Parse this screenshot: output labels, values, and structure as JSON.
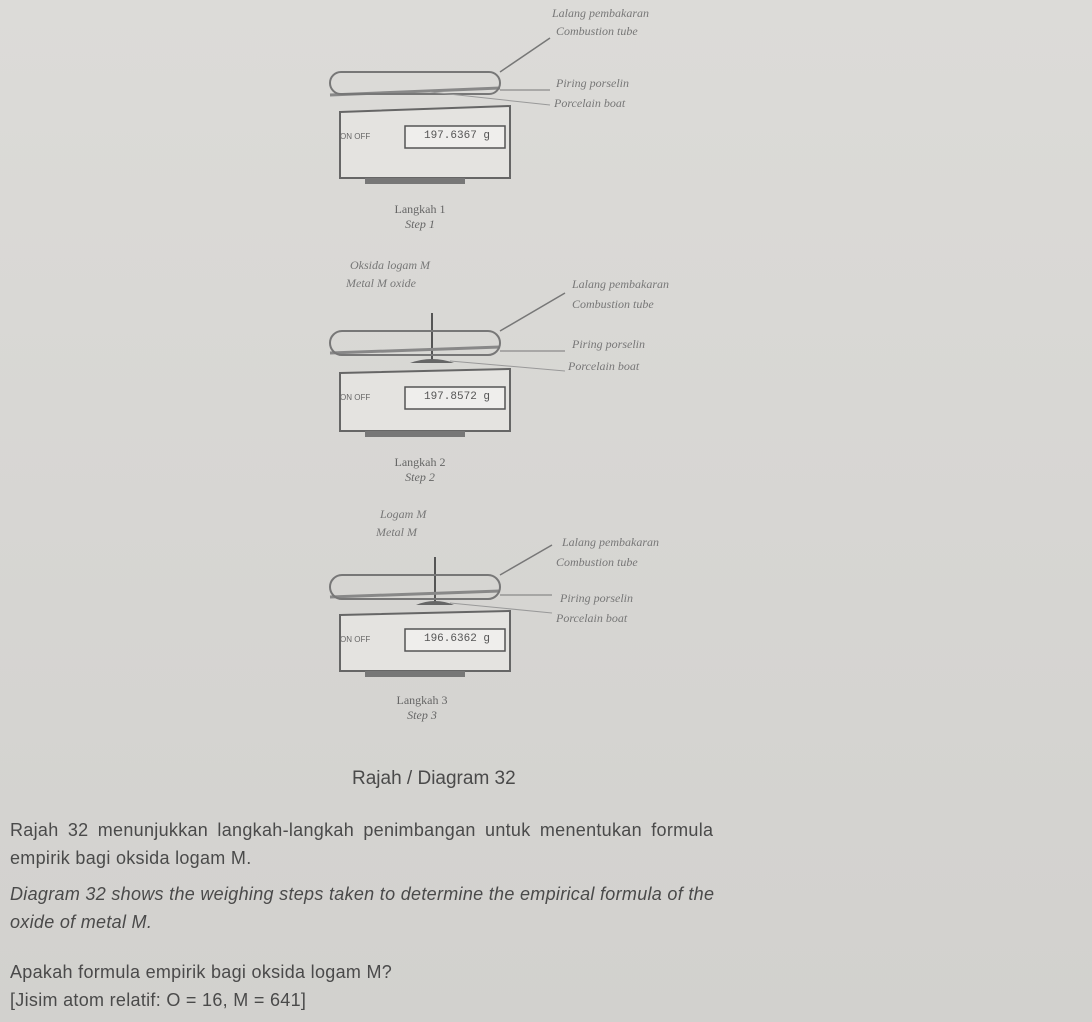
{
  "steps": [
    {
      "tube_label_ms": "Lalang pembakaran",
      "tube_label_en": "Combustion tube",
      "boat_label_ms": "Piring porselin",
      "boat_label_en": "Porcelain boat",
      "content_ms": "",
      "content_en": "",
      "reading": "197.6367 g",
      "caption_ms": "Langkah 1",
      "caption_en": "Step 1"
    },
    {
      "tube_label_ms": "Lalang pembakaran",
      "tube_label_en": "Combustion tube",
      "boat_label_ms": "Piring porselin",
      "boat_label_en": "Porcelain boat",
      "content_ms": "Oksida logam M",
      "content_en": "Metal M oxide",
      "reading": "197.8572 g",
      "caption_ms": "Langkah 2",
      "caption_en": "Step 2"
    },
    {
      "tube_label_ms": "Lalang pembakaran",
      "tube_label_en": "Combustion tube",
      "boat_label_ms": "Piring porselin",
      "boat_label_en": "Porcelain boat",
      "content_ms": "Logam M",
      "content_en": "Metal M",
      "reading": "196.6362 g",
      "caption_ms": "Langkah 3",
      "caption_en": "Step 3"
    }
  ],
  "balance_onoff": "ON OFF",
  "diagram_title": "Rajah / Diagram 32",
  "question": {
    "line1_ms": "Rajah 32 menunjukkan langkah-langkah penimbangan untuk menentukan formula",
    "line2_ms": "empirik bagi oksida logam M.",
    "line1_en": "Diagram 32 shows the weighing steps taken to determine the empirical formula of the",
    "line2_en": "oxide of metal M.",
    "ask": "Apakah formula empirik bagi oksida logam M?",
    "given": "[Jisim atom relatif: O = 16, M = 641]"
  }
}
